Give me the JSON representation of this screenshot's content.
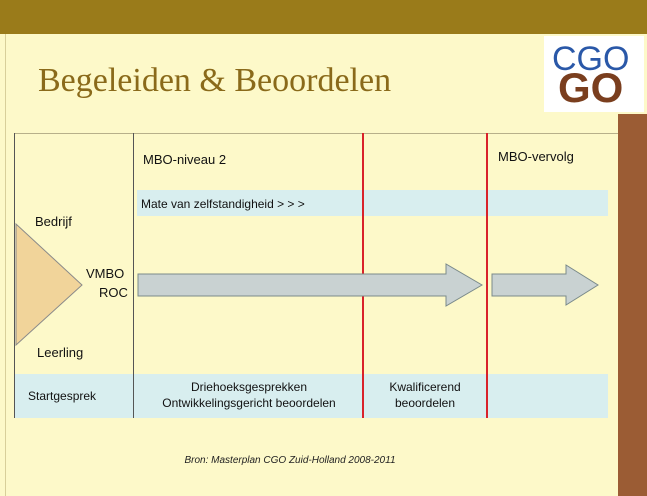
{
  "slide": {
    "title": "Begeleiden & Beoordelen",
    "logo_text": "CGO",
    "logo_overlay_text": "GO",
    "columns": {
      "mbo_niveau": "MBO-niveau 2",
      "mbo_vervolg": "MBO-vervolg"
    },
    "zelfstandigheid": "Mate van zelfstandigheid  > > >",
    "left_labels": {
      "bedrijf": "Bedrijf",
      "vmbo": "VMBO",
      "roc": "ROC",
      "leerling": "Leerling"
    },
    "bottom_row": {
      "startgesprek": "Startgesprek",
      "driehoek_line1": "Driehoeksgesprekken",
      "driehoek_line2": "Ontwikkelingsgericht beoordelen",
      "kwalificerend_line1": "Kwalificerend",
      "kwalificerend_line2": "beoordelen"
    },
    "source": "Bron: Masterplan CGO Zuid-Holland 2008-2011",
    "colors": {
      "background": "#fdf9c9",
      "top_bar": "#9a7b1a",
      "right_bar": "#9b5c34",
      "title": "#8a6a1a",
      "band": "#d8eeef",
      "red_divider": "#d9222a",
      "arrow_fill": "#c9d2d2",
      "triangle_fill": "#f1d49a",
      "logo_blue": "#2a58a8",
      "logo_brown": "#7a3e1e"
    }
  }
}
